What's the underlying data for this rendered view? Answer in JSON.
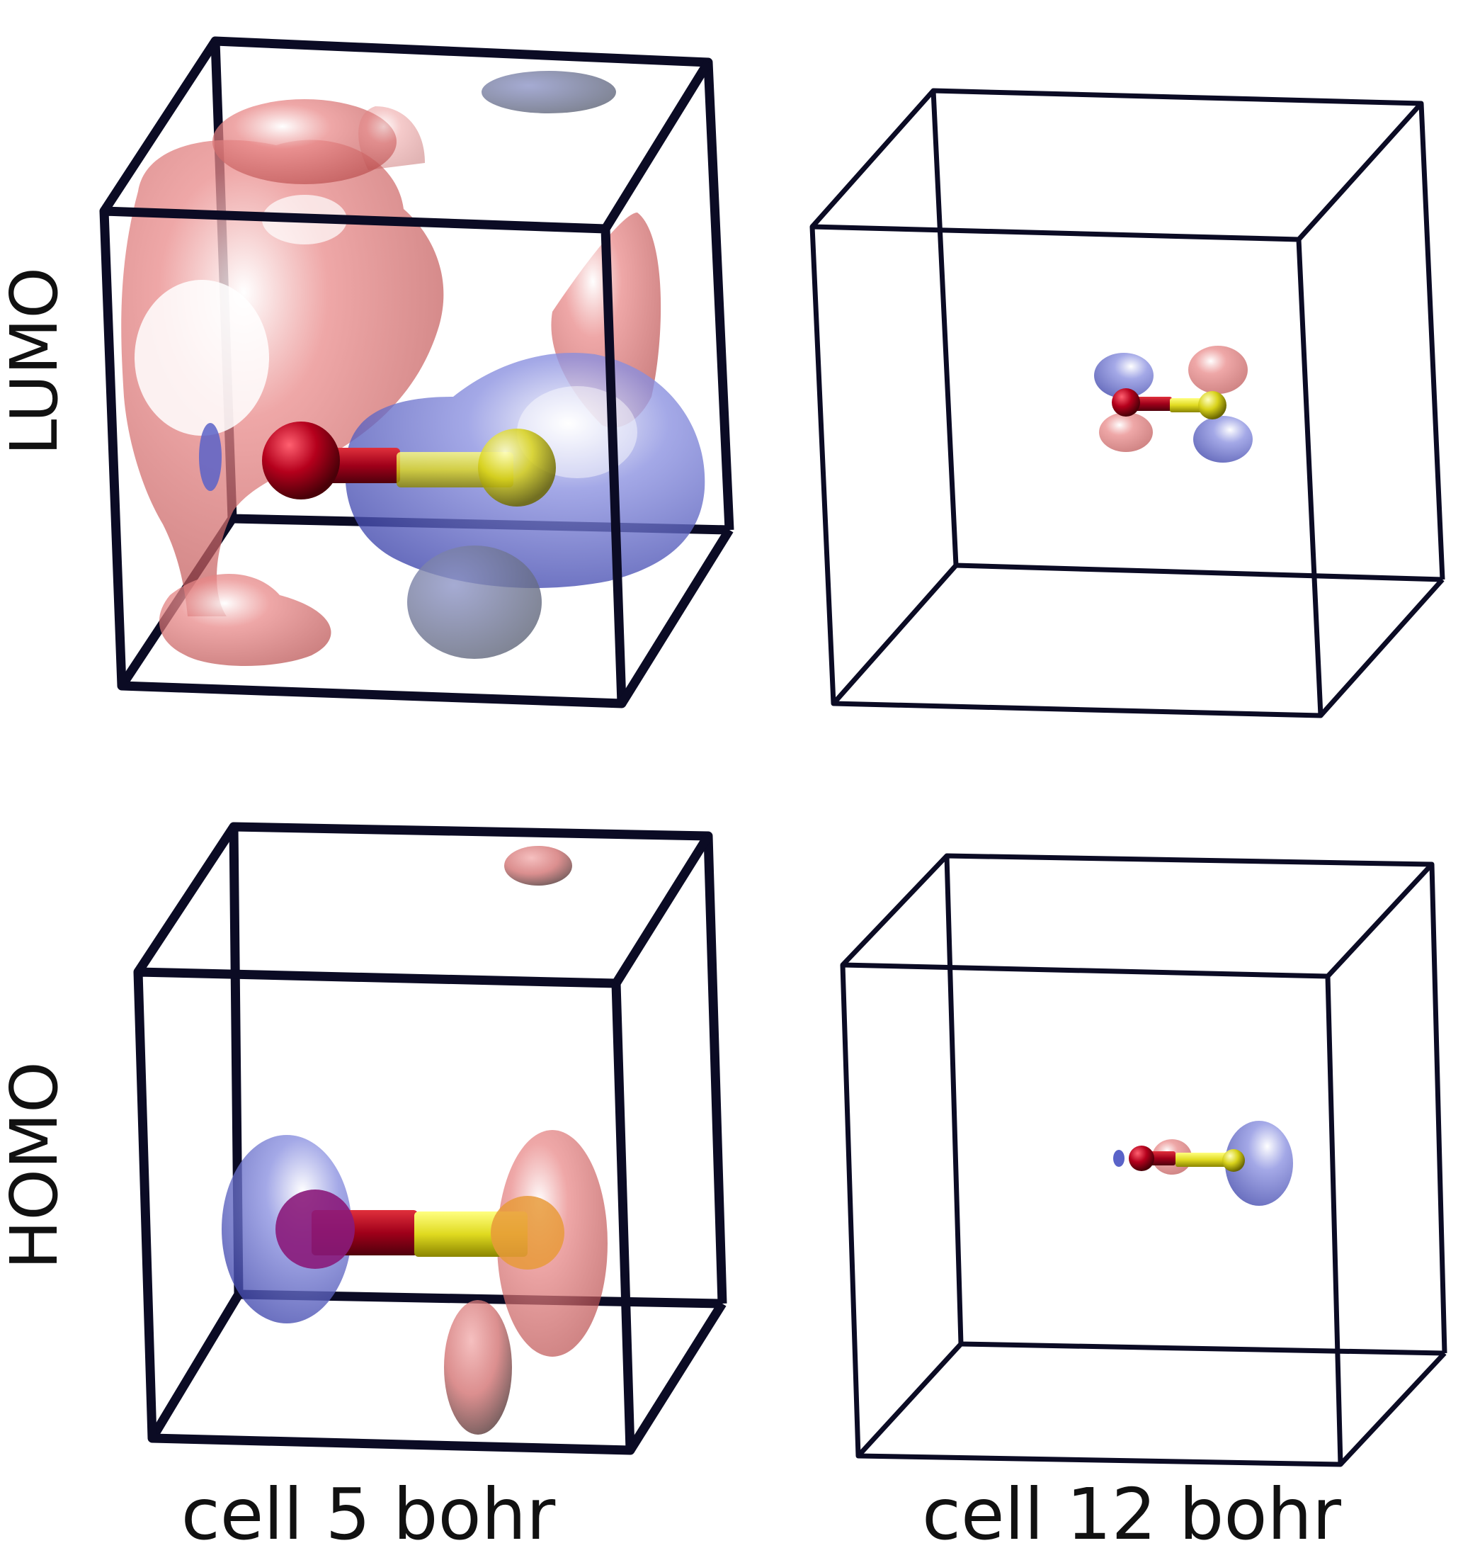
{
  "row_labels": {
    "top": "LUMO",
    "bottom": "HOMO"
  },
  "column_labels": {
    "left": "cell 5 bohr",
    "right": "cell 12 bohr"
  },
  "colors": {
    "positive_lobe": "#e06a6a",
    "negative_lobe": "#5a63c8",
    "oxygen_atom": "#b0001a",
    "sulfur_atom": "#e8e21a",
    "cell_edge": "#0b0b24"
  }
}
